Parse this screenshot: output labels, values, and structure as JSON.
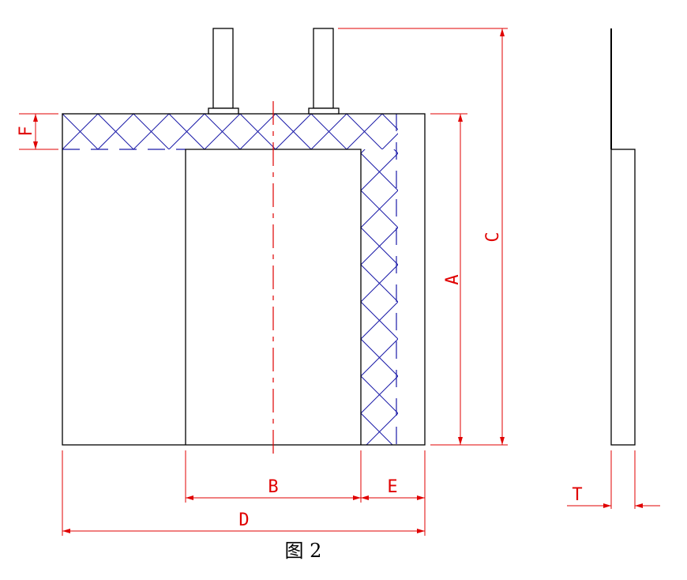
{
  "colors": {
    "outline": "#000000",
    "dimension": "#e00000",
    "hatch": "#1a1aa8"
  },
  "labels": {
    "A": "A",
    "B": "B",
    "C": "C",
    "D": "D",
    "E": "E",
    "F": "F",
    "T": "T"
  },
  "caption": "图 2"
}
